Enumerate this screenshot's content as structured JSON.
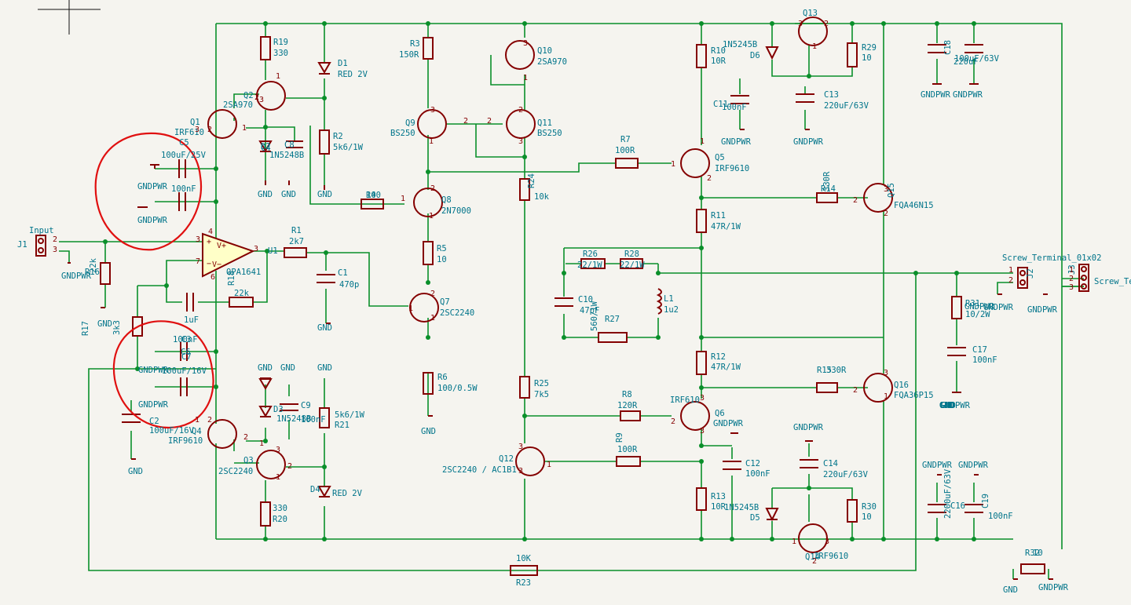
{
  "labels": [
    {
      "t": "R19"
    },
    {
      "t": "330"
    },
    {
      "t": "D1"
    },
    {
      "t": "RED 2V"
    },
    {
      "t": "Q2"
    },
    {
      "t": "2SA970"
    },
    {
      "t": "Q1"
    },
    {
      "t": "IRF610"
    },
    {
      "t": "R2"
    },
    {
      "t": "5k6/1W"
    },
    {
      "t": "C5"
    },
    {
      "t": "100uF/25V"
    },
    {
      "t": "100nF"
    },
    {
      "t": "C4"
    },
    {
      "t": "1N5248B"
    },
    {
      "t": "D2"
    },
    {
      "t": "C8"
    },
    {
      "t": "R3"
    },
    {
      "t": "150R"
    },
    {
      "t": "Q10"
    },
    {
      "t": "2SA970"
    },
    {
      "t": "Q9"
    },
    {
      "t": "BS250"
    },
    {
      "t": "Q11"
    },
    {
      "t": "BS250"
    },
    {
      "t": "R7"
    },
    {
      "t": "100R"
    },
    {
      "t": "Q5"
    },
    {
      "t": "IRF9610"
    },
    {
      "t": "R10"
    },
    {
      "t": "10R"
    },
    {
      "t": "1N5245B"
    },
    {
      "t": "D6"
    },
    {
      "t": "Q13"
    },
    {
      "t": "R29"
    },
    {
      "t": "10"
    },
    {
      "t": "C11"
    },
    {
      "t": "100nF"
    },
    {
      "t": "C13"
    },
    {
      "t": "220uF/63V"
    },
    {
      "t": "C18"
    },
    {
      "t": "220uF"
    },
    {
      "t": "100uF/63V"
    },
    {
      "t": "R4"
    },
    {
      "t": "100"
    },
    {
      "t": "Q8"
    },
    {
      "t": "2N7000"
    },
    {
      "t": "R24"
    },
    {
      "t": "10k"
    },
    {
      "t": "R14"
    },
    {
      "t": "330R"
    },
    {
      "t": "Q15"
    },
    {
      "t": "FQA46N15"
    },
    {
      "t": "R11"
    },
    {
      "t": "47R/1W"
    },
    {
      "t": "Input"
    },
    {
      "t": "J1"
    },
    {
      "t": "R1"
    },
    {
      "t": "2k7"
    },
    {
      "t": "R5"
    },
    {
      "t": "10"
    },
    {
      "t": "OPA1641"
    },
    {
      "t": "U1"
    },
    {
      "t": "R16"
    },
    {
      "t": "22k"
    },
    {
      "t": "R18"
    },
    {
      "t": "22k"
    },
    {
      "t": "C1"
    },
    {
      "t": "470p"
    },
    {
      "t": "R26"
    },
    {
      "t": "22/1W"
    },
    {
      "t": "R28"
    },
    {
      "t": "22/1W"
    },
    {
      "t": "Screw_Terminal_01x02"
    },
    {
      "t": "J2"
    },
    {
      "t": "J3"
    },
    {
      "t": "Screw_Te"
    },
    {
      "t": "Q7"
    },
    {
      "t": "2SC2240"
    },
    {
      "t": "C10"
    },
    {
      "t": "47pF"
    },
    {
      "t": "L1"
    },
    {
      "t": "1u2"
    },
    {
      "t": "R31"
    },
    {
      "t": "10/2W"
    },
    {
      "t": "R27"
    },
    {
      "t": "560/1W"
    },
    {
      "t": "R17"
    },
    {
      "t": "3k3"
    },
    {
      "t": "1uF"
    },
    {
      "t": "C3"
    },
    {
      "t": "C6"
    },
    {
      "t": "100nF"
    },
    {
      "t": "100uF/16V"
    },
    {
      "t": "C17"
    },
    {
      "t": "100nF"
    },
    {
      "t": "R12"
    },
    {
      "t": "47R/1W"
    },
    {
      "t": "R6"
    },
    {
      "t": "100/0.5W"
    },
    {
      "t": "R25"
    },
    {
      "t": "7k5"
    },
    {
      "t": "R15"
    },
    {
      "t": "330R"
    },
    {
      "t": "Q16"
    },
    {
      "t": "FQA36P15"
    },
    {
      "t": "R8"
    },
    {
      "t": "120R"
    },
    {
      "t": "IRF610"
    },
    {
      "t": "Q6"
    },
    {
      "t": "5k6/1W"
    },
    {
      "t": "R21"
    },
    {
      "t": "D3"
    },
    {
      "t": "1N5248B"
    },
    {
      "t": "C9"
    },
    {
      "t": "100nF"
    },
    {
      "t": "C2"
    },
    {
      "t": "100uF/16V"
    },
    {
      "t": "Q4"
    },
    {
      "t": "IRF9610"
    },
    {
      "t": "Q3"
    },
    {
      "t": "2SC2240"
    },
    {
      "t": "Q12"
    },
    {
      "t": "2SC2240 / AC1B1"
    },
    {
      "t": "R9"
    },
    {
      "t": "100R"
    },
    {
      "t": "C12"
    },
    {
      "t": "100nF"
    },
    {
      "t": "C14"
    },
    {
      "t": "220uF/63V"
    },
    {
      "t": "D4"
    },
    {
      "t": "RED 2V"
    },
    {
      "t": "330"
    },
    {
      "t": "R20"
    },
    {
      "t": "R13"
    },
    {
      "t": "10R"
    },
    {
      "t": "1N5245B"
    },
    {
      "t": "D5"
    },
    {
      "t": "R30"
    },
    {
      "t": "10"
    },
    {
      "t": "C16"
    },
    {
      "t": "2200uF/63V"
    },
    {
      "t": "C19"
    },
    {
      "t": "100nF"
    },
    {
      "t": "Q14"
    },
    {
      "t": "IRF9610"
    },
    {
      "t": "10K"
    },
    {
      "t": "R23"
    },
    {
      "t": "R32"
    },
    {
      "t": "10"
    },
    {
      "t": "C7"
    }
  ],
  "power": [
    {
      "t": "GND"
    },
    {
      "t": "GND"
    },
    {
      "t": "GND"
    },
    {
      "t": "GNDPWR"
    },
    {
      "t": "GNDPWR"
    },
    {
      "t": "GNDPWR"
    },
    {
      "t": "GNDPWR"
    },
    {
      "t": "GNDPWR"
    },
    {
      "t": "GNDPWR"
    },
    {
      "t": "GNDPWR"
    },
    {
      "t": "GND"
    },
    {
      "t": "GND"
    },
    {
      "t": "GND"
    },
    {
      "t": "GND"
    },
    {
      "t": "GND"
    },
    {
      "t": "GND"
    },
    {
      "t": "GNDPWR"
    },
    {
      "t": "GNDPWR"
    },
    {
      "t": "GNDPWR"
    },
    {
      "t": "GND"
    },
    {
      "t": "GND"
    },
    {
      "t": "GND"
    },
    {
      "t": "GND"
    },
    {
      "t": "GNDPWR"
    },
    {
      "t": "GNDPWR"
    },
    {
      "t": "GNDPWR"
    },
    {
      "t": "GNDPWR"
    },
    {
      "t": "GNDPWR"
    },
    {
      "t": "GNDPWR"
    },
    {
      "t": "GNDPWR"
    },
    {
      "t": "GND"
    },
    {
      "t": "GNDPWR"
    }
  ],
  "pins": [
    {
      "t": "3"
    },
    {
      "t": "2"
    },
    {
      "t": "1"
    },
    {
      "t": "3"
    },
    {
      "t": "1"
    },
    {
      "t": "2"
    },
    {
      "t": "3"
    },
    {
      "t": "2"
    },
    {
      "t": "1"
    },
    {
      "t": "2"
    },
    {
      "t": "1"
    },
    {
      "t": "3"
    },
    {
      "t": "2"
    },
    {
      "t": "3"
    },
    {
      "t": "1"
    },
    {
      "t": "1"
    },
    {
      "t": "2"
    },
    {
      "t": "3"
    },
    {
      "t": "1"
    },
    {
      "t": "2"
    },
    {
      "t": "3"
    },
    {
      "t": "7"
    },
    {
      "t": "4"
    },
    {
      "t": "6"
    },
    {
      "t": "3"
    },
    {
      "t": "2"
    },
    {
      "t": "1"
    },
    {
      "t": "1"
    },
    {
      "t": "2"
    },
    {
      "t": "3"
    },
    {
      "t": "2"
    },
    {
      "t": "1"
    },
    {
      "t": "2"
    },
    {
      "t": "1"
    },
    {
      "t": "2"
    },
    {
      "t": "3"
    },
    {
      "t": "1"
    },
    {
      "t": "2"
    },
    {
      "t": "3"
    },
    {
      "t": "3"
    },
    {
      "t": "1"
    },
    {
      "t": "2"
    },
    {
      "t": "2"
    },
    {
      "t": "1"
    },
    {
      "t": "3"
    },
    {
      "t": "1"
    },
    {
      "t": "2"
    },
    {
      "t": "3"
    },
    {
      "t": "3"
    },
    {
      "t": "1"
    },
    {
      "t": "2"
    },
    {
      "t": "3"
    },
    {
      "t": "1"
    },
    {
      "t": "2"
    },
    {
      "t": "1"
    },
    {
      "t": "2"
    },
    {
      "t": "3"
    },
    {
      "t": "1"
    },
    {
      "t": "2"
    },
    {
      "t": "3"
    }
  ],
  "opamp_glyphs": {
    "plus": "+",
    "minus": "−",
    "vpos": "V+",
    "vneg": "V−"
  },
  "colors": {
    "wire": "#0a8f2a",
    "component": "#840000",
    "text": "#00748a",
    "highlight": "#e01010",
    "background": "#f5f4ef"
  }
}
